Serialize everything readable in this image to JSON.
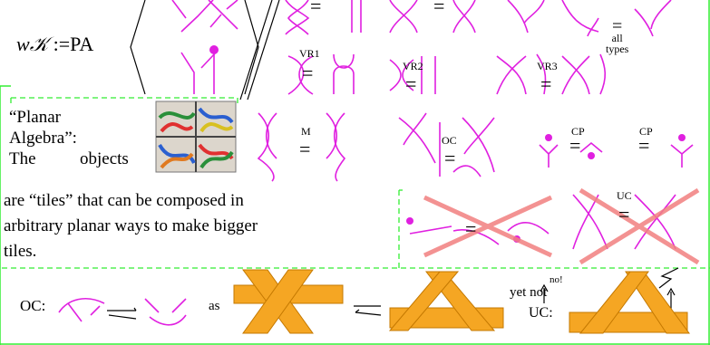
{
  "formula": {
    "lhs": "wK :=PA",
    "w": "w",
    "K": "𝒦",
    "def": " :=PA"
  },
  "relations": {
    "all_types": [
      "all",
      "types"
    ],
    "vr1": "VR1",
    "vr2": "VR2",
    "vr3": "VR3",
    "m": "M",
    "oc": "OC",
    "cp1": "CP",
    "cp2": "CP",
    "uc": "UC",
    "eq": "="
  },
  "planar_box": {
    "line1": "“Planar",
    "line2": "Algebra”:",
    "line3a": "The",
    "line3b": "objects",
    "line4": "are “tiles” that can be composed in",
    "line5": "arbitrary planar ways to make bigger",
    "line6": "tiles."
  },
  "bottom": {
    "oc_label": "OC:",
    "as_label": "as",
    "yet_not": "yet not",
    "uc_label": "UC:",
    "no": "no!"
  },
  "colors": {
    "strand": "#e020e0",
    "frame": "#33ee33",
    "dashed": "#33ee33",
    "tile": "#f5a623",
    "cross": "#f28080"
  }
}
